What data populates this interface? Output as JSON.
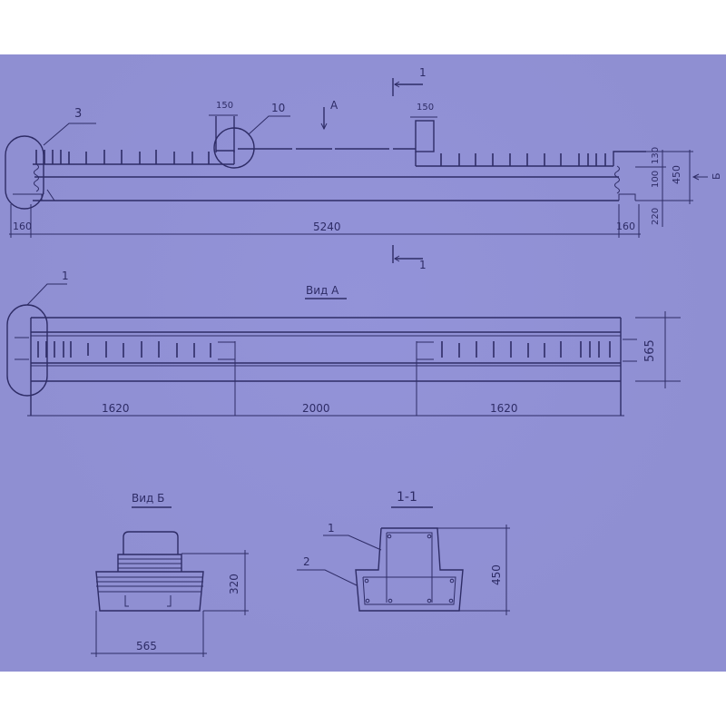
{
  "drawing": {
    "background_color": "#8f8fd2",
    "line_color": "#2e2c66",
    "elevation": {
      "callout_3": "3",
      "callout_10": "10",
      "view_a_arrow": "A",
      "section_mark_top": "1",
      "section_mark_bottom": "1",
      "view_b_arrow": "Б",
      "dim_gap_left": "150",
      "dim_gap_right": "150",
      "dim_end_left": "160",
      "dim_total_length": "5240",
      "dim_end_right": "160",
      "dim_height_130": "130",
      "dim_height_100": "100",
      "dim_height_450": "450",
      "dim_height_220": "220"
    },
    "view_a": {
      "title": "Вид А",
      "callout_1": "1",
      "dim_segment_left": "1620",
      "dim_segment_middle": "2000",
      "dim_segment_right": "1620",
      "dim_width": "565"
    },
    "view_b": {
      "title": "Вид Б",
      "dim_height": "320",
      "dim_width": "565"
    },
    "section_1_1": {
      "title": "1-1",
      "callout_1": "1",
      "callout_2": "2",
      "dim_height": "450"
    }
  }
}
